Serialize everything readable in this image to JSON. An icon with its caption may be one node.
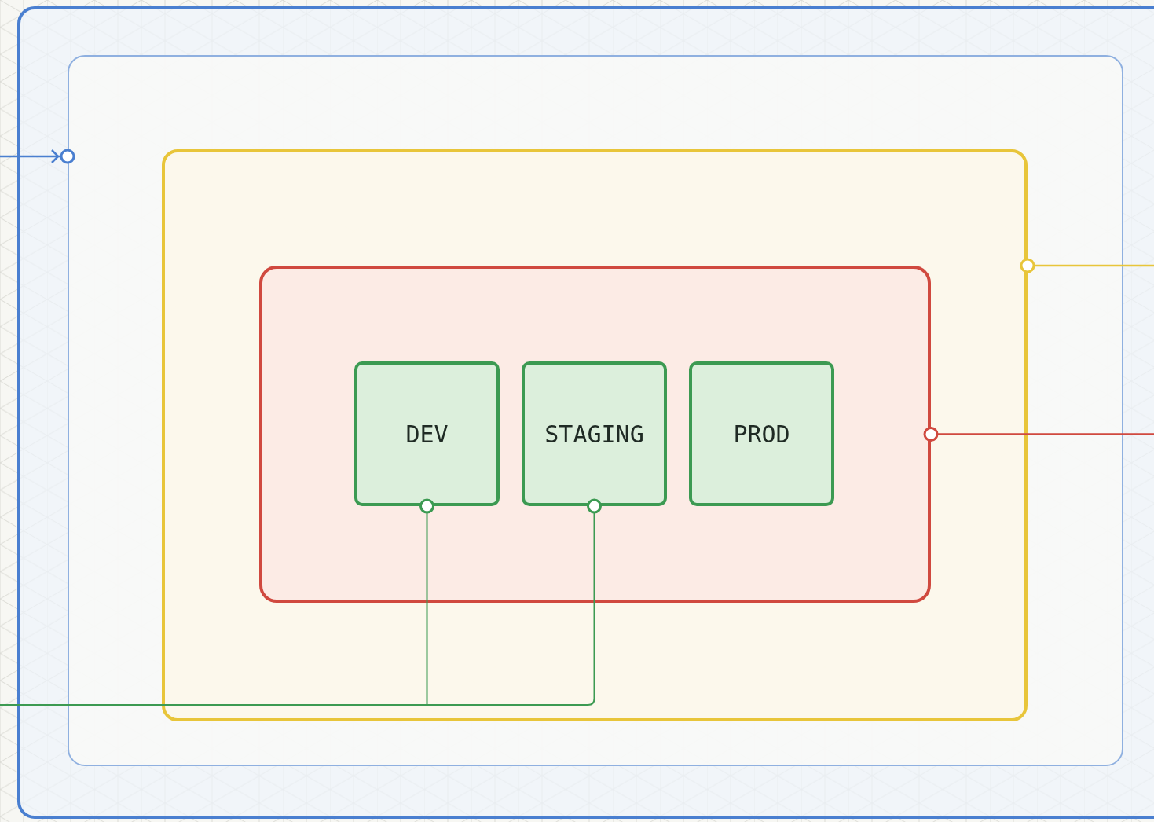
{
  "diagram": {
    "nodes": [
      {
        "text": [],
        "shape": "box"
      },
      {
        "text": [],
        "shape": "box",
        "in": 0
      },
      {
        "text": [],
        "shape": "box",
        "in": 1
      },
      {
        "text": [],
        "shape": "box",
        "in": 2
      },
      {
        "text": [
          "DEV"
        ],
        "in": 3
      },
      {
        "text": [
          "STAGING"
        ],
        "in": 3
      },
      {
        "text": [
          "PROD"
        ],
        "in": 3
      }
    ],
    "edges": [
      {
        "from": null,
        "to": 1,
        "arrow": "to",
        "color": "#4a7fd0"
      },
      {
        "from": 2,
        "to": null,
        "arrow": "other",
        "color": "#e8c53a"
      },
      {
        "from": 3,
        "to": null,
        "arrow": "other",
        "color": "#d0493f"
      },
      {
        "from": 4,
        "to": null,
        "arrow": "other"
      },
      {
        "from": 5,
        "to": null,
        "arrow": "other"
      }
    ]
  }
}
